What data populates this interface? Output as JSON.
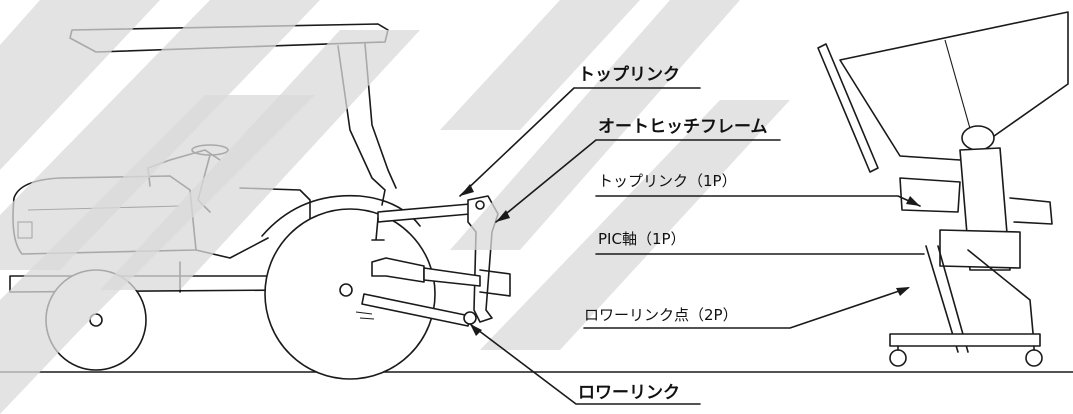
{
  "labels": {
    "top_link": "トップリンク",
    "auto_hitch_frame": "オートヒッチフレーム",
    "top_link_1p": "トップリンク（1P）",
    "pic_shaft_1p": "PIC軸（1P）",
    "lower_link_point_2p": "ロワーリンク点（2P）",
    "lower_link": "ロワーリンク"
  },
  "colors": {
    "line": "#1a1a1a",
    "watermark": "#d9d9d9",
    "background": "#ffffff"
  }
}
